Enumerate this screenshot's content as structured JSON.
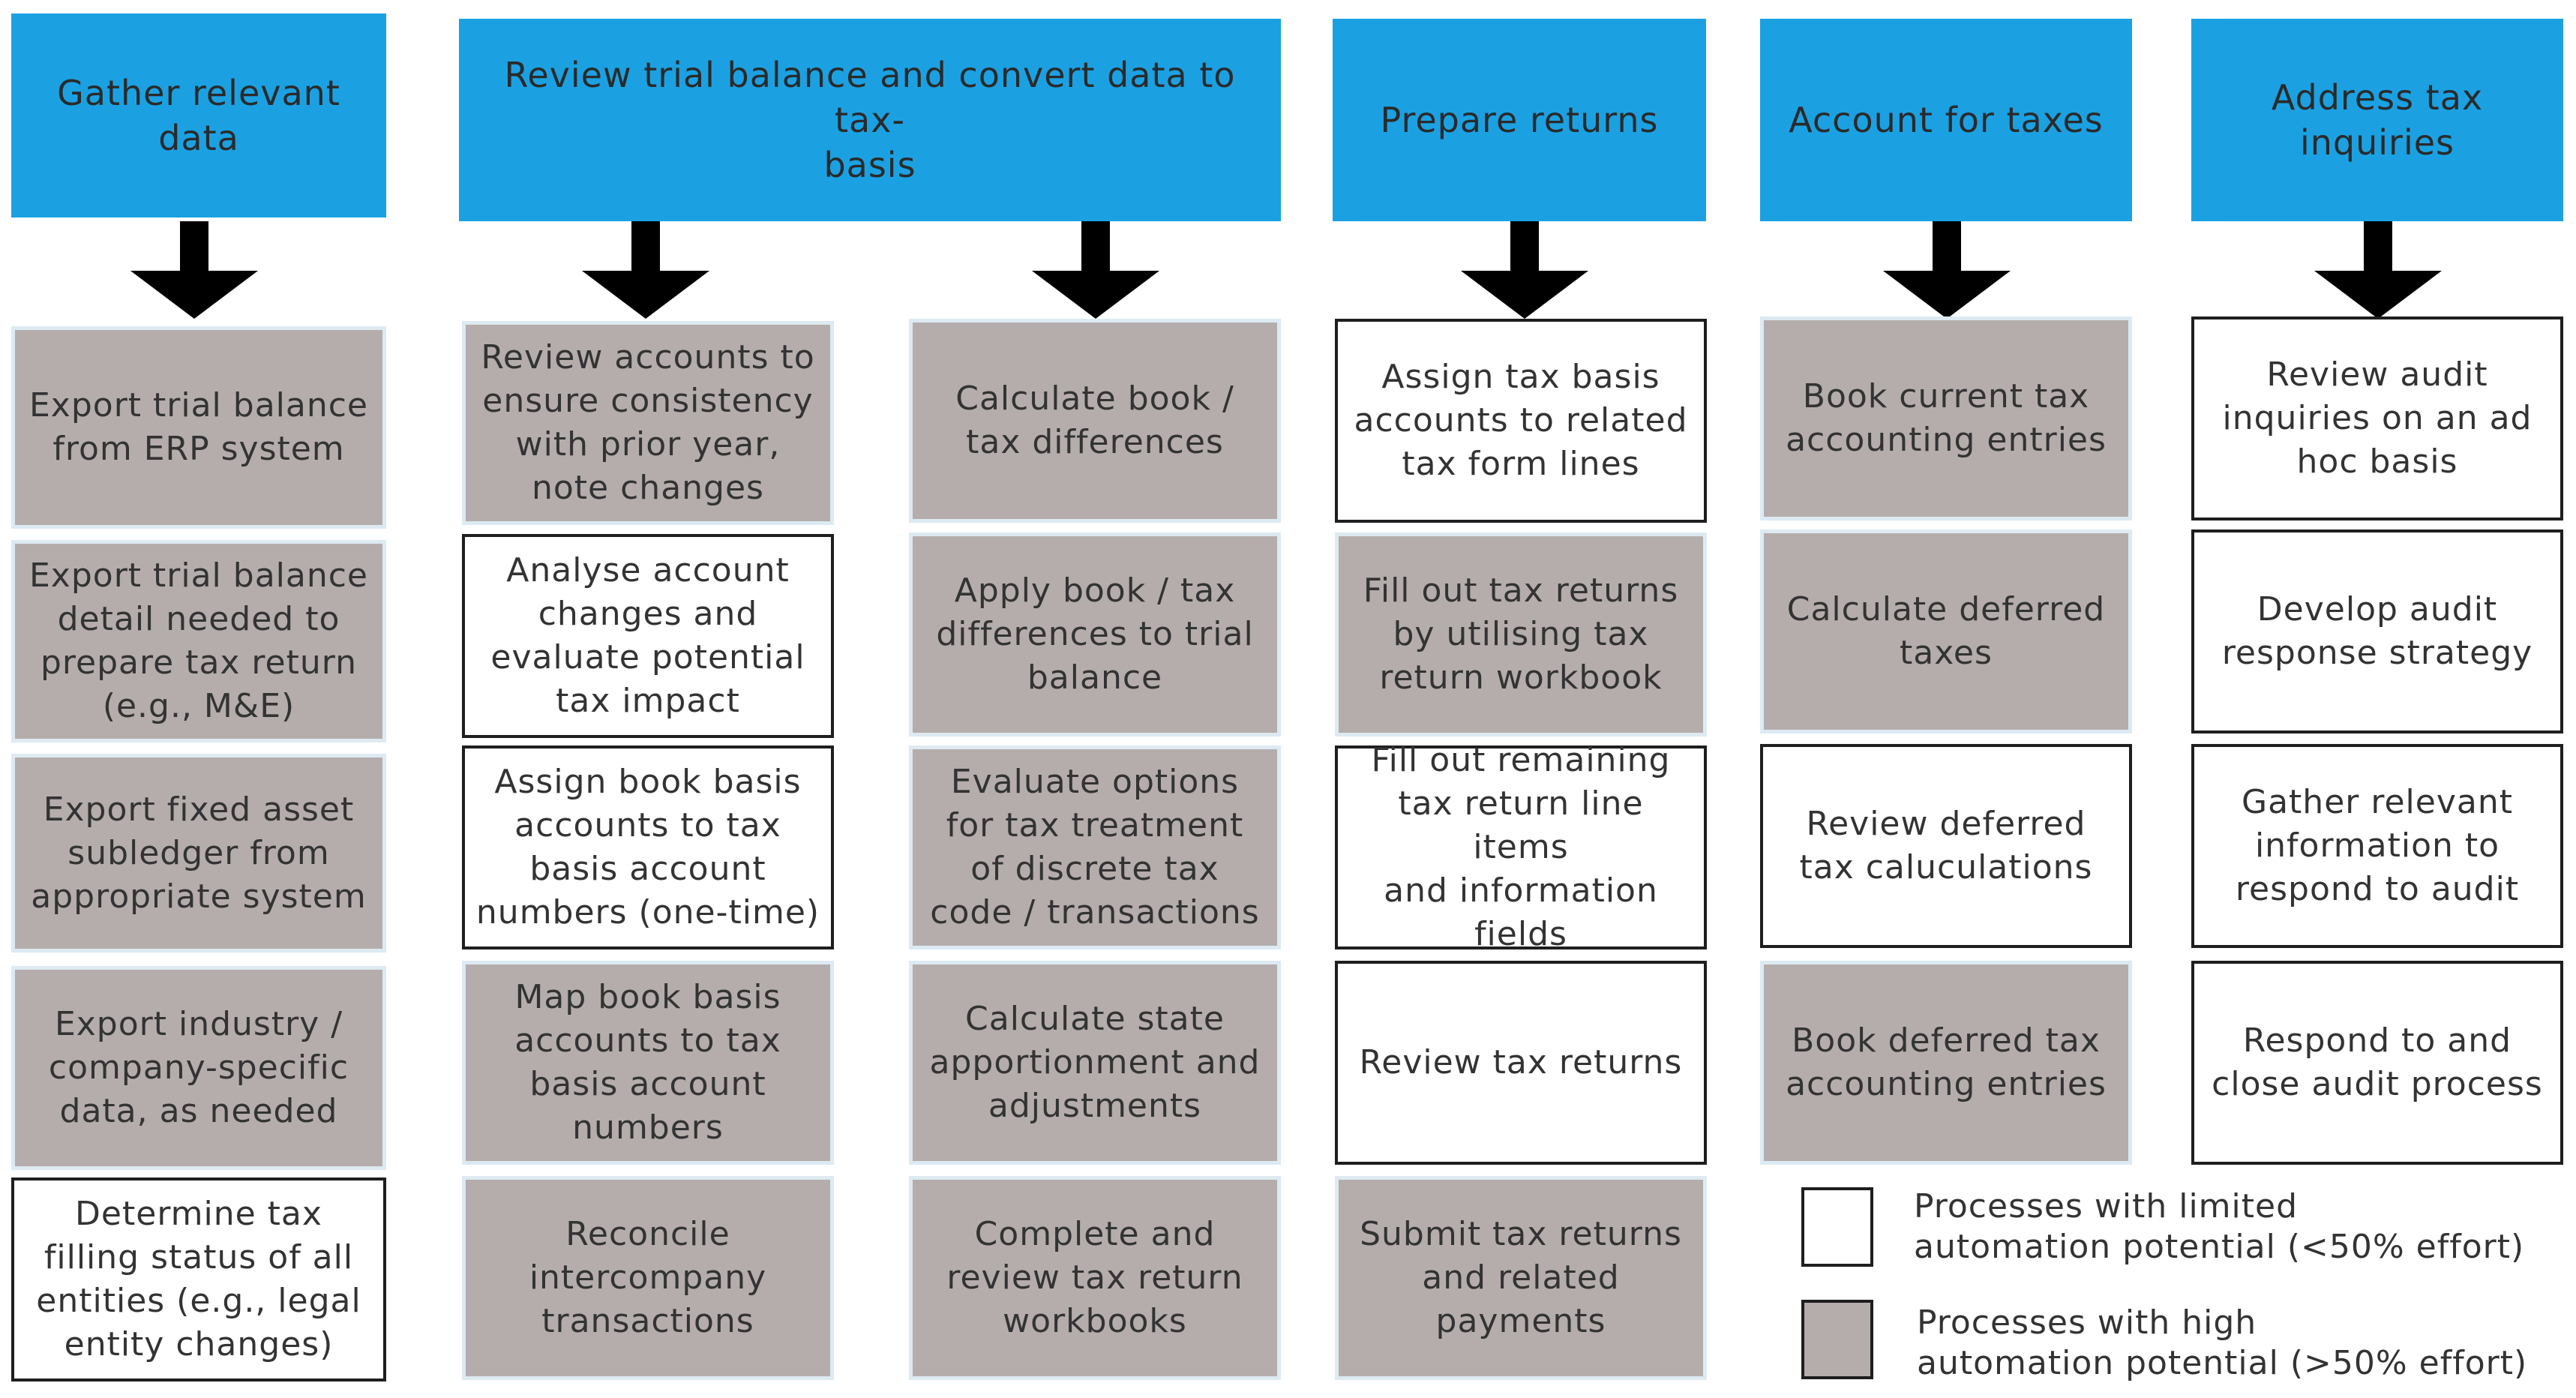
{
  "headers": {
    "h1": "Gather relevant\ndata",
    "h2": "Review trial balance and convert data to tax-\nbasis",
    "h3": "Prepare returns",
    "h4": "Account for taxes",
    "h5": "Address tax\ninquiries"
  },
  "columns": {
    "c1": [
      {
        "text": "Export trial balance\nfrom ERP system",
        "type": "high"
      },
      {
        "text": "Export trial balance\ndetail needed to\nprepare tax return\n(e.g., M&E)",
        "type": "high"
      },
      {
        "text": "Export fixed asset\nsubledger from\nappropriate system",
        "type": "high"
      },
      {
        "text": "Export industry /\ncompany-specific\ndata, as needed",
        "type": "high"
      },
      {
        "text": "Determine tax\nfilling status of all\nentities (e.g., legal\nentity changes)",
        "type": "low"
      }
    ],
    "c2": [
      {
        "text": "Review accounts to\nensure consistency\nwith prior year,\nnote changes",
        "type": "high"
      },
      {
        "text": "Analyse account\nchanges and\nevaluate potential\ntax impact",
        "type": "low"
      },
      {
        "text": "Assign book basis\naccounts to tax\nbasis account\nnumbers (one-time)",
        "type": "low"
      },
      {
        "text": "Map book basis\naccounts to tax\nbasis account\nnumbers",
        "type": "high"
      },
      {
        "text": "Reconcile\nintercompany\ntransactions",
        "type": "high"
      }
    ],
    "c3": [
      {
        "text": "Calculate book /\ntax differences",
        "type": "high"
      },
      {
        "text": "Apply book / tax\ndifferences to trial\nbalance",
        "type": "high"
      },
      {
        "text": "Evaluate options\nfor tax treatment\nof discrete tax\ncode / transactions",
        "type": "high"
      },
      {
        "text": "Calculate state\napportionment and\nadjustments",
        "type": "high"
      },
      {
        "text": "Complete and\nreview tax return\nworkbooks",
        "type": "high"
      }
    ],
    "c4": [
      {
        "text": "Assign tax basis\naccounts to related\ntax form lines",
        "type": "low"
      },
      {
        "text": "Fill out tax returns\nby utilising tax\nreturn workbook",
        "type": "high"
      },
      {
        "text": "Fill out remaining\ntax return line items\nand information\nfields",
        "type": "low"
      },
      {
        "text": "Review tax returns",
        "type": "low"
      },
      {
        "text": "Submit tax returns\nand related\npayments",
        "type": "high"
      }
    ],
    "c5": [
      {
        "text": "Book current tax\naccounting entries",
        "type": "high"
      },
      {
        "text": "Calculate deferred\ntaxes",
        "type": "high"
      },
      {
        "text": "Review deferred\ntax caluculations",
        "type": "low"
      },
      {
        "text": "Book deferred tax\naccounting entries",
        "type": "high"
      }
    ],
    "c6": [
      {
        "text": "Review audit\ninquiries on an ad\nhoc basis",
        "type": "low"
      },
      {
        "text": "Develop audit\nresponse strategy",
        "type": "low"
      },
      {
        "text": "Gather relevant\ninformation to\nrespond to audit",
        "type": "low"
      },
      {
        "text": "Respond to and\nclose audit process",
        "type": "low"
      }
    ]
  },
  "legend": {
    "low": "Processes with limited\nautomation potential (<50% effort)",
    "high": "Processes with high\nautomation potential (>50% effort)"
  },
  "colors": {
    "header": "#1ba1e2",
    "high": "#b4adac",
    "low": "#ffffff",
    "arrow": "#000000"
  }
}
